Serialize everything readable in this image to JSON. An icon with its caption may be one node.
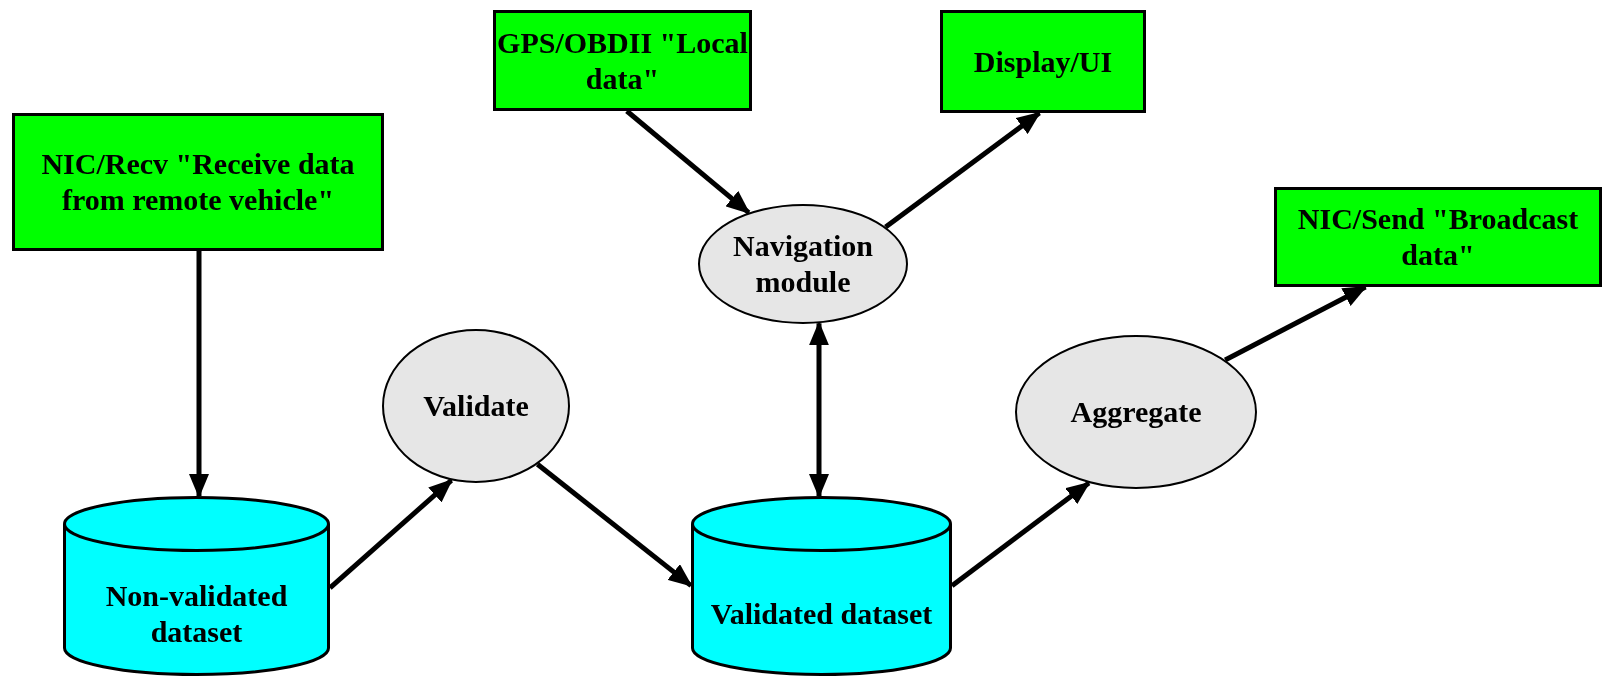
{
  "diagram": {
    "nodes": [
      {
        "text": [
          "NIC/Recv \"Receive data from remote vehicle\""
        ]
      },
      {
        "text": [
          "GPS/OBDII \"Local data\""
        ]
      },
      {
        "text": [
          "Display/UI"
        ]
      },
      {
        "text": [
          "NIC/Send \"Broadcast data\""
        ]
      },
      {
        "text": [
          "Navigation module"
        ]
      },
      {
        "text": [
          "Validate"
        ]
      },
      {
        "text": [
          "Aggregate"
        ]
      },
      {
        "text": [
          "Non-validated dataset"
        ]
      },
      {
        "text": [
          "Validated dataset"
        ]
      }
    ],
    "edges": [
      {
        "from": 0,
        "to": 7,
        "arrow": "to"
      },
      {
        "from": 7,
        "to": 5,
        "arrow": "to"
      },
      {
        "from": 5,
        "to": 8,
        "arrow": "to"
      },
      {
        "from": 1,
        "to": 4,
        "arrow": "to"
      },
      {
        "from": 4,
        "to": 2,
        "arrow": "to"
      },
      {
        "from": 4,
        "to": 8,
        "arrow": "both"
      },
      {
        "from": 8,
        "to": 6,
        "arrow": "to"
      },
      {
        "from": 6,
        "to": 3,
        "arrow": "to"
      }
    ]
  }
}
